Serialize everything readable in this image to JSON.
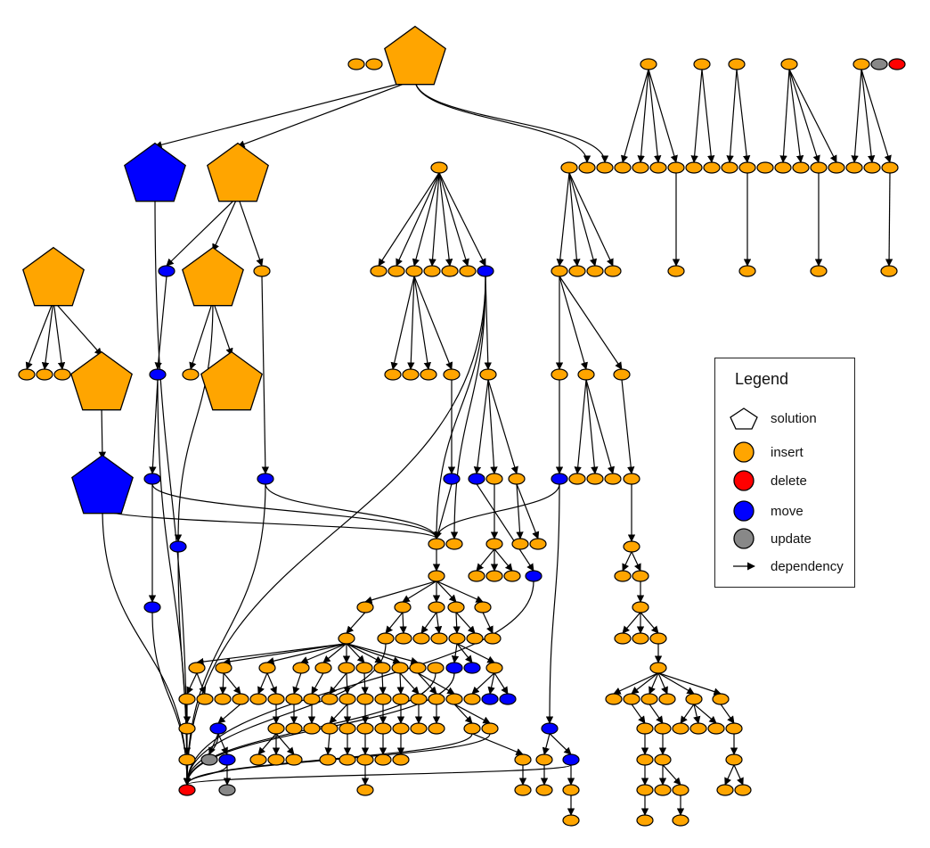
{
  "colors": {
    "insert": "#FFA500",
    "delete": "#FF0000",
    "move": "#0000FF",
    "update": "#888888",
    "solution": "#FFFFFF",
    "stroke": "#000000"
  },
  "legend": {
    "title": "Legend",
    "items": [
      {
        "key": "solution",
        "label": "solution",
        "shape": "pentagon"
      },
      {
        "key": "insert",
        "label": "insert",
        "shape": "circle"
      },
      {
        "key": "delete",
        "label": "delete",
        "shape": "circle"
      },
      {
        "key": "move",
        "label": "move",
        "shape": "circle"
      },
      {
        "key": "update",
        "label": "update",
        "shape": "circle"
      },
      {
        "key": "dependency",
        "label": "dependency",
        "shape": "arrow"
      }
    ]
  },
  "graph": {
    "description_nodes": "Dependency graph of edit operations (solution, insert, delete, move, update)."
  }
}
